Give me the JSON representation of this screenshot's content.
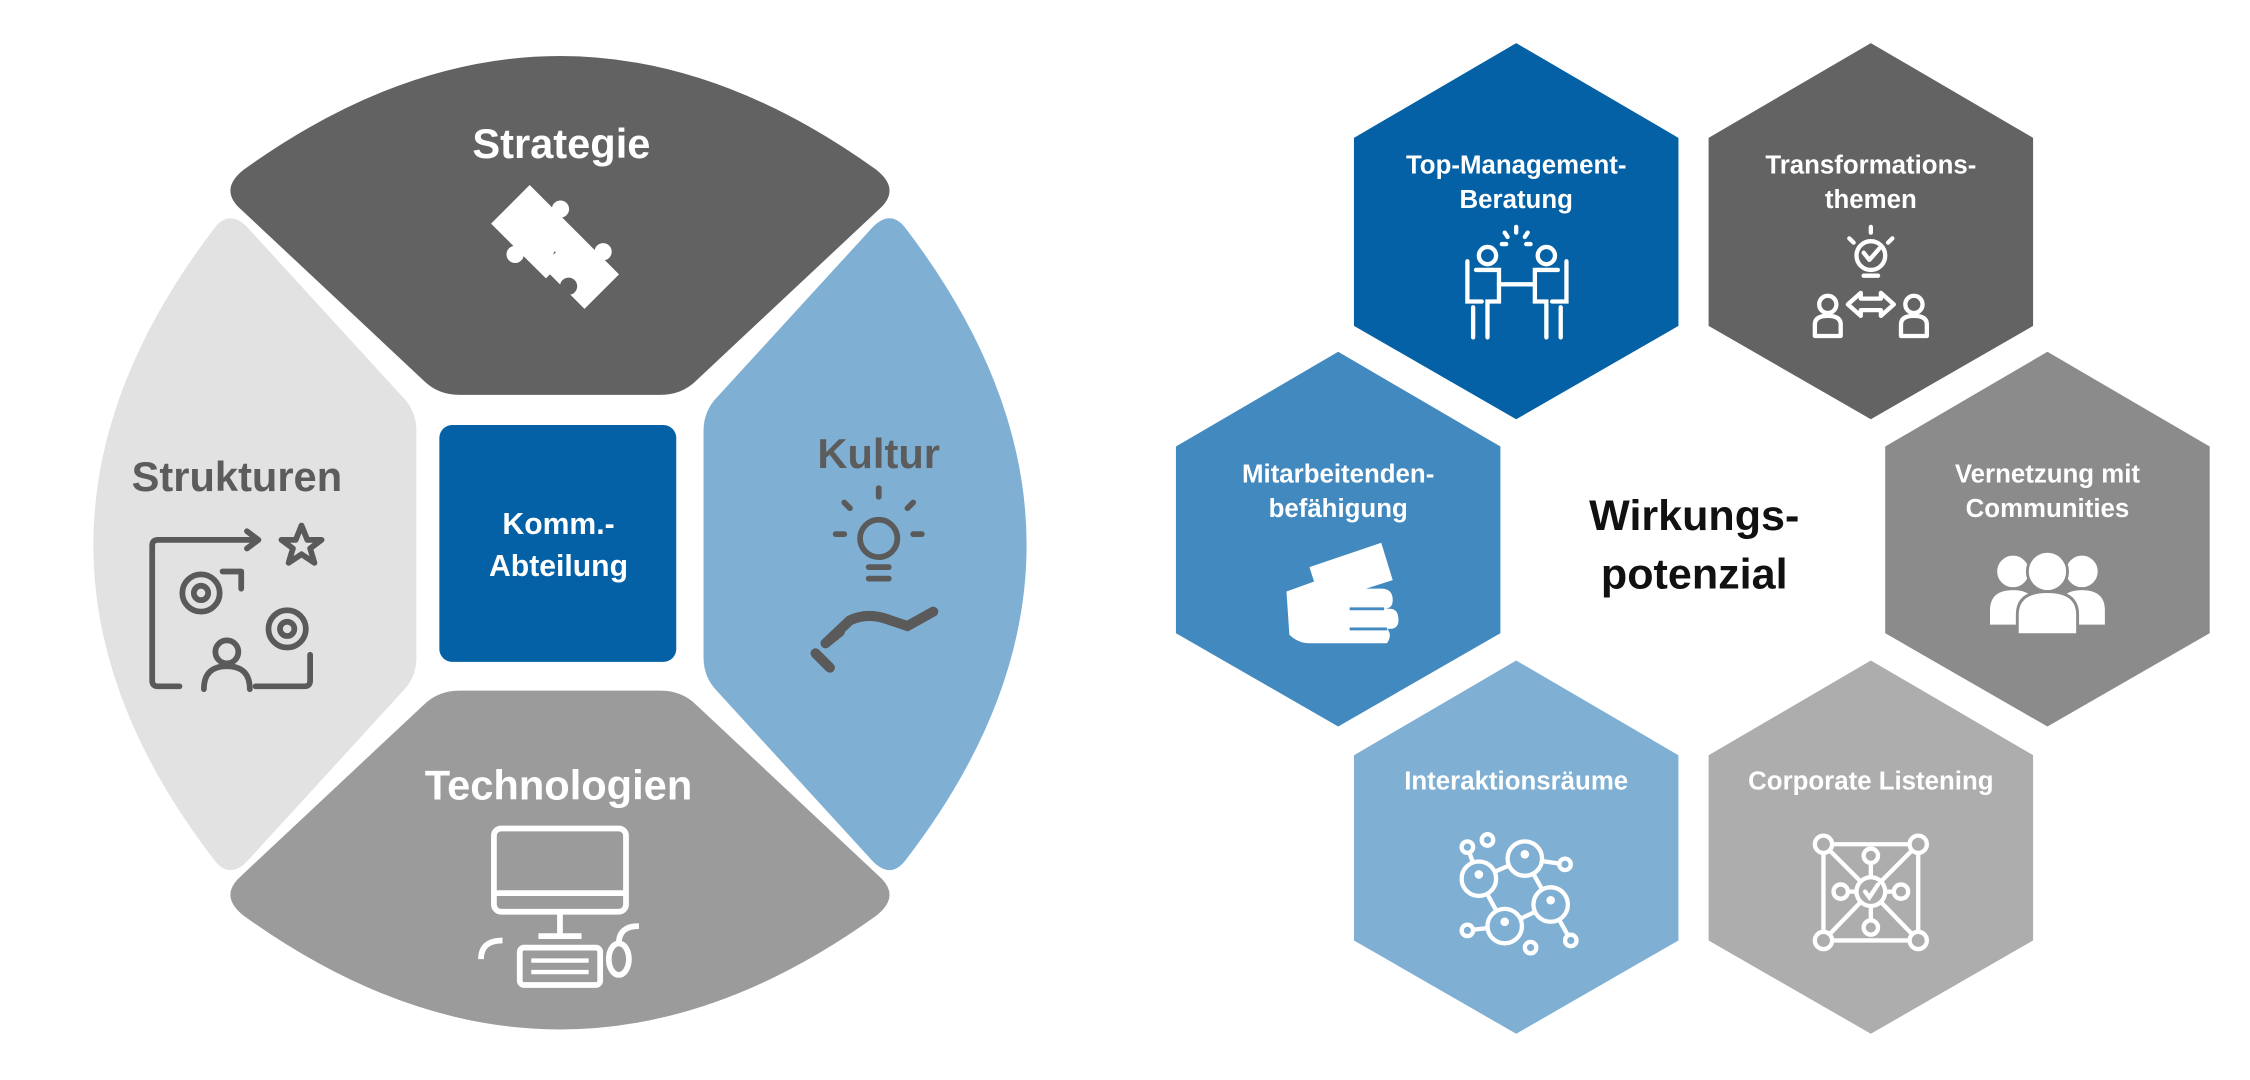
{
  "left_diagram": {
    "segments": {
      "top": {
        "label": "Strategie",
        "icon": "puzzle-icon"
      },
      "right": {
        "label": "Kultur",
        "icon": "idea-hand-icon"
      },
      "bottom": {
        "label": "Technologien",
        "icon": "computer-icon"
      },
      "left": {
        "label": "Strukturen",
        "icon": "process-structure-icon"
      }
    },
    "center": {
      "line1": "Komm.-",
      "line2": "Abteilung"
    }
  },
  "right_diagram": {
    "center": {
      "line1": "Wirkungs-",
      "line2": "potenzial"
    },
    "hexagons": [
      {
        "line1": "Top-Management-",
        "line2": "Beratung",
        "icon": "consulting-meeting-icon"
      },
      {
        "line1": "Transformations-",
        "line2": "themen",
        "icon": "lightbulb-exchange-icon"
      },
      {
        "line1": "Vernetzung mit",
        "line2": "Communities",
        "icon": "people-group-icon"
      },
      {
        "line1": "Corporate Listening",
        "line2": "",
        "icon": "network-nodes-icon"
      },
      {
        "line1": "Interaktionsräume",
        "line2": "",
        "icon": "connected-people-icon"
      },
      {
        "line1": "Mitarbeitenden-",
        "line2": "befähigung",
        "icon": "fist-card-icon"
      }
    ]
  },
  "colors": {
    "dark_gray": "#626262",
    "mid_gray": "#9b9b9b",
    "light_gray": "#e2e2e2",
    "light_blue": "#7fb0d4",
    "dark_blue": "#0561a6",
    "mid_blue": "#4289c0",
    "hex_gray_dark": "#636363",
    "hex_gray_mid": "#8b8b8b",
    "hex_gray_light": "#adadad"
  }
}
